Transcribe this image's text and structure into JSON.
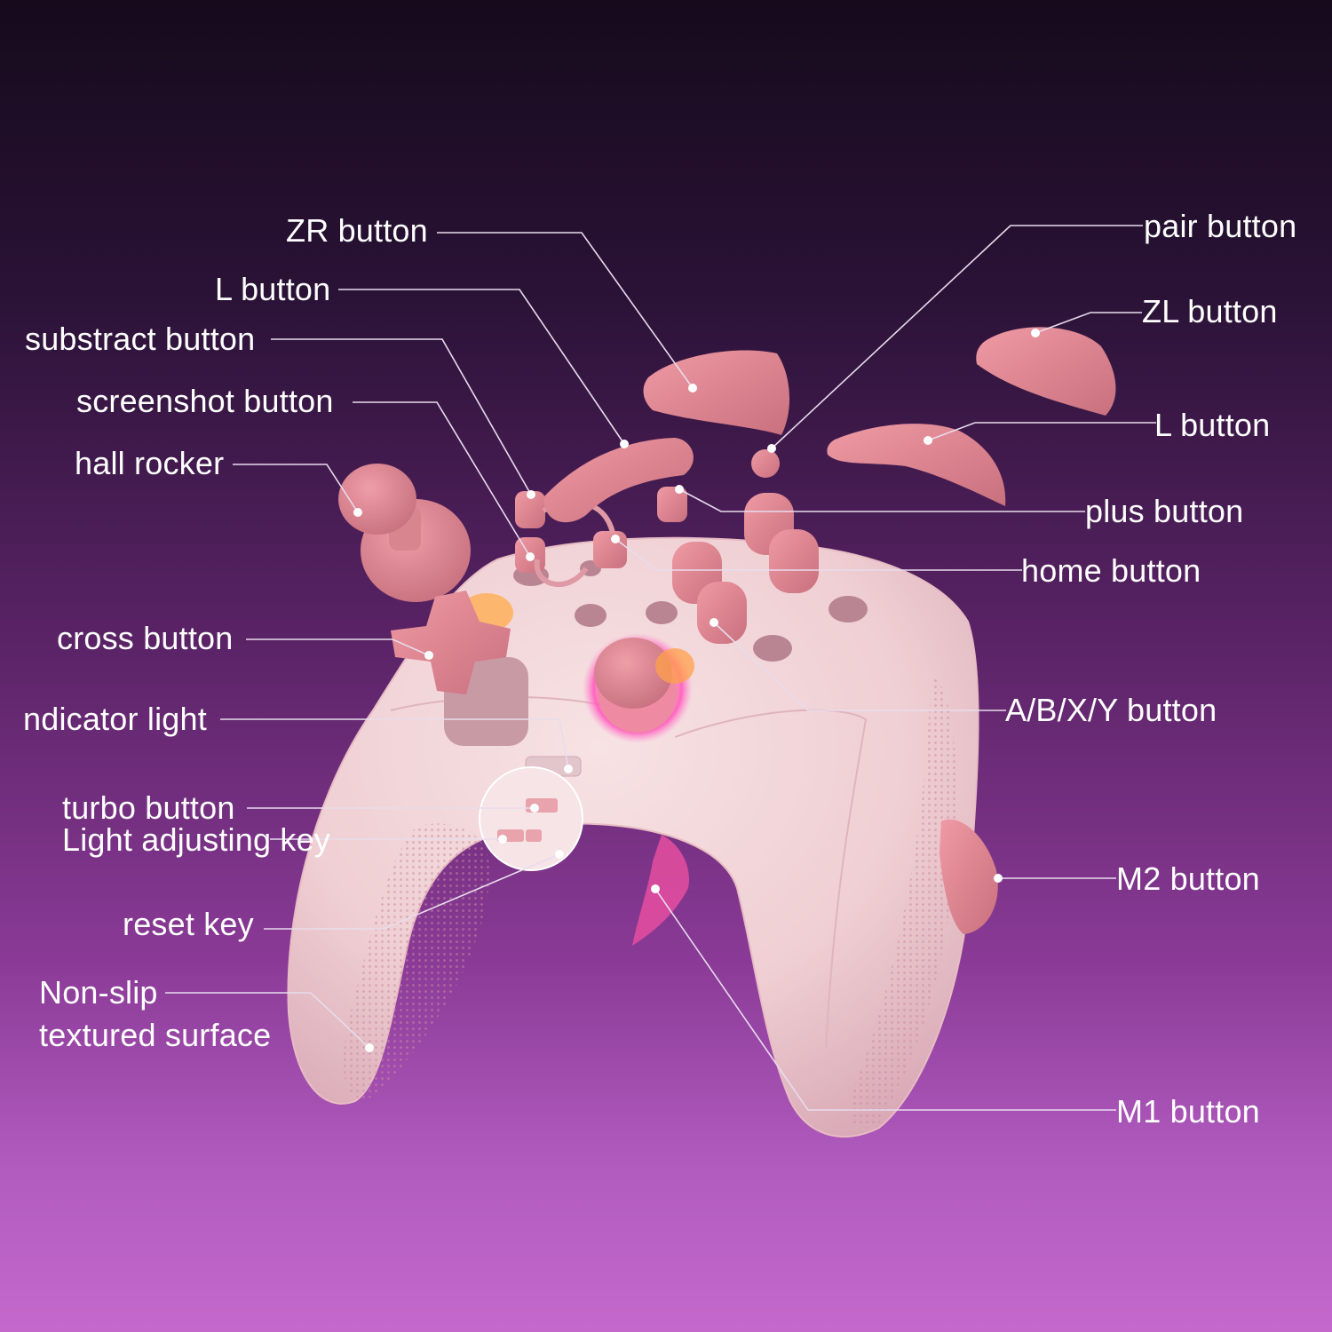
{
  "labels": {
    "zr_button": "ZR button",
    "l_button_left": "L button",
    "substract_button": "substract button",
    "screenshot_button": "screenshot button",
    "hall_rocker": "hall rocker",
    "cross_button": "cross button",
    "indicator_light": "ndicator light",
    "turbo_button": "turbo button",
    "light_adjusting_key": "Light adjusting key",
    "reset_key": "reset key",
    "non_slip_line1": "Non-slip",
    "non_slip_line2": "textured surface",
    "pair_button": "pair button",
    "zl_button": "ZL button",
    "l_button_right": "L button",
    "plus_button": "plus button",
    "home_button": "home button",
    "abxy_button": "A/B/X/Y button",
    "m2_button": "M2 button",
    "m1_button": "M1 button"
  },
  "colors": {
    "body": "#f0d4d6",
    "accent_pink": "#d98590",
    "glow_magenta": "#ff4fb0",
    "glow_orange": "#ffa04a",
    "leader_line": "#e8dced"
  }
}
